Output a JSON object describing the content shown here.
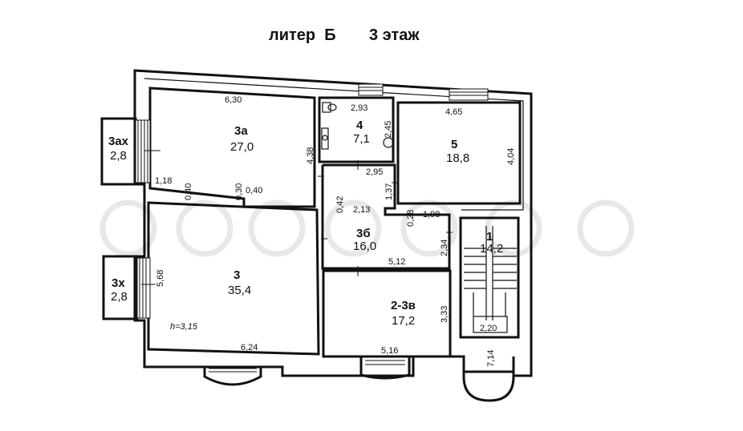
{
  "title": {
    "building": "литер  Б",
    "floor": "3 этаж"
  },
  "rooms": {
    "r3a": {
      "label": "3а",
      "area": "27,0"
    },
    "r4": {
      "label": "4",
      "area": "7,1"
    },
    "r5": {
      "label": "5",
      "area": "18,8"
    },
    "r3b": {
      "label": "3б",
      "area": "16,0"
    },
    "r1": {
      "label": "1",
      "area": "14,2"
    },
    "r3": {
      "label": "3",
      "area": "35,4"
    },
    "r23v": {
      "label": "2-3в",
      "area": "17,2"
    },
    "r3ax": {
      "label": "3ах",
      "area": "2,8"
    },
    "r3x": {
      "label": "3х",
      "area": "2,8"
    }
  },
  "dimensions": {
    "d630": "6,30",
    "d438": "4,38",
    "d118": "1,18",
    "d040a": "0,40",
    "d030": "0,30",
    "d040b": "0,40",
    "d293": "2,93",
    "d245": "2,45",
    "d295": "2,95",
    "d465": "4,65",
    "d404": "4,04",
    "d137": "1,37",
    "d042": "0,42",
    "d213": "2,13",
    "d028": "0,28",
    "d198": "1,98",
    "d234": "2,34",
    "d512": "5,12",
    "d568": "5,68",
    "d333": "3,33",
    "d624": "6,24",
    "d516": "5,16",
    "d220": "2,20",
    "d714": "7,14",
    "height": "h=3,15"
  }
}
